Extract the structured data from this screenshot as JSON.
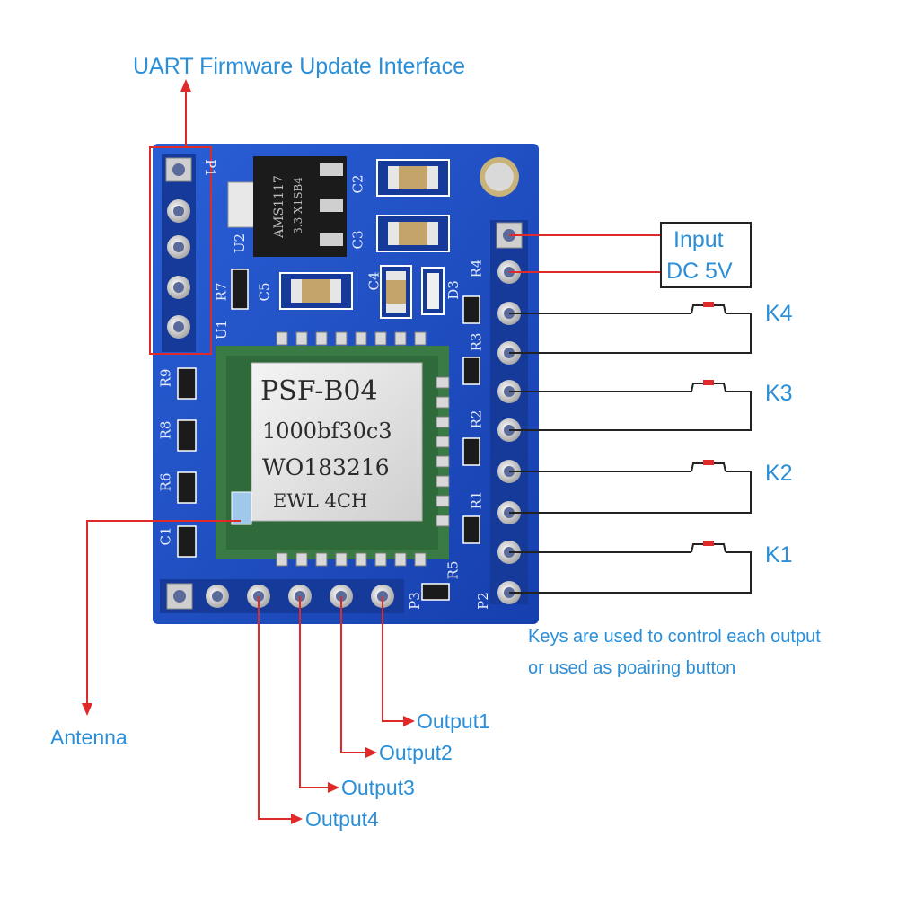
{
  "labels": {
    "uart": "UART Firmware Update Interface",
    "input_line1": "Input",
    "input_line2": "DC 5V",
    "k4": "K4",
    "k3": "K3",
    "k2": "K2",
    "k1": "K1",
    "keys_note_line1": "Keys are used to control each output",
    "keys_note_line2": "or used as poairing button",
    "antenna": "Antenna",
    "output1": "Output1",
    "output2": "Output2",
    "output3": "Output3",
    "output4": "Output4"
  },
  "module": {
    "line1": "PSF-B04",
    "line2": "1000bf30c3",
    "line3": "WO183216",
    "line4": "EWL   4CH"
  },
  "regulator": {
    "line1": "AMS1117",
    "line2": "3.3 X1SB4"
  },
  "silkscreen": {
    "p1": "P1",
    "u2": "U2",
    "u1": "U1",
    "c2": "C2",
    "c3": "C3",
    "c4": "C4",
    "c5": "C5",
    "r7": "R7",
    "r4": "R4",
    "d3": "D3",
    "r3": "R3",
    "r2": "R2",
    "r1": "R1",
    "r5": "R5",
    "r9": "R9",
    "r8": "R8",
    "r6": "R6",
    "c1": "C1",
    "p2": "P2",
    "p3": "P3"
  },
  "colors": {
    "pcb": "#1f4fc4",
    "callout_line": "#e02a2a",
    "label_text": "#2a8fd8",
    "switch_line": "#222222"
  }
}
